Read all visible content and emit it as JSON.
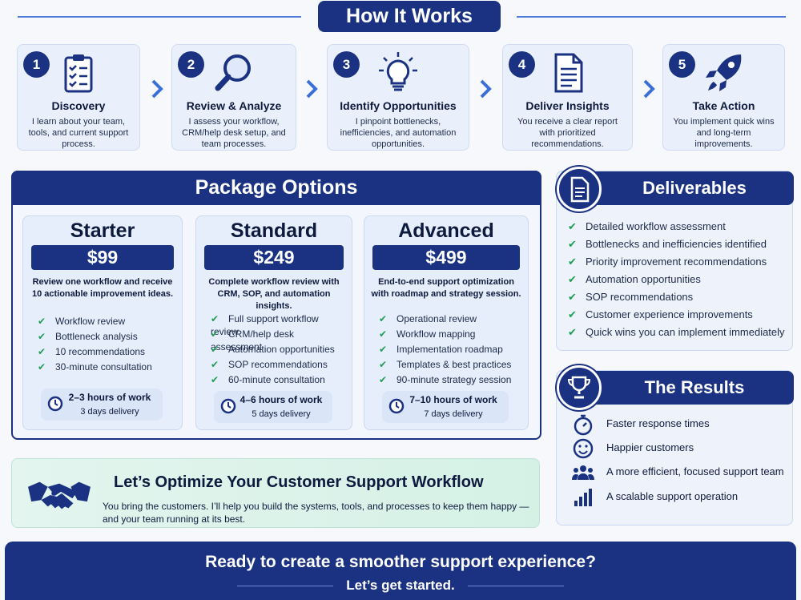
{
  "header": {
    "title": "How It Works"
  },
  "steps": [
    {
      "num": "1",
      "title": "Discovery",
      "desc": "I learn about your team, tools, and current support process.",
      "icon": "clipboard-checklist-icon"
    },
    {
      "num": "2",
      "title": "Review & Analyze",
      "desc": "I assess your workflow, CRM/help desk setup, and team processes.",
      "icon": "magnifying-glass-icon"
    },
    {
      "num": "3",
      "title": "Identify Opportunities",
      "desc": "I pinpoint bottlenecks, inefficiencies, and automation opportunities.",
      "icon": "lightbulb-icon"
    },
    {
      "num": "4",
      "title": "Deliver Insights",
      "desc": "You receive a clear report with prioritized recommendations.",
      "icon": "document-icon"
    },
    {
      "num": "5",
      "title": "Take Action",
      "desc": "You implement quick wins and long-term improvements.",
      "icon": "rocket-icon"
    }
  ],
  "packages": {
    "title": "Package Options",
    "cards": [
      {
        "name": "Starter",
        "price": "$99",
        "desc": "Review one workflow and receive 10 actionable improvement ideas.",
        "features": [
          "Workflow review",
          "Bottleneck analysis",
          "10 recommendations",
          "30-minute consultation"
        ],
        "hours": "2–3 hours of work",
        "delivery": "3 days delivery"
      },
      {
        "name": "Standard",
        "price": "$249",
        "desc": "Complete workflow review with CRM, SOP, and automation insights.",
        "features": [
          "Full support workflow review",
          "CRM/help desk assessment",
          "Automation opportunities",
          "SOP recommendations",
          "60-minute consultation"
        ],
        "hours": "4–6 hours of work",
        "delivery": "5 days delivery"
      },
      {
        "name": "Advanced",
        "price": "$499",
        "desc": "End-to-end support optimization with roadmap and strategy session.",
        "features": [
          "Operational review",
          "Workflow mapping",
          "Implementation roadmap",
          "Templates & best practices",
          "90-minute strategy session"
        ],
        "hours": "7–10 hours of work",
        "delivery": "7 days delivery"
      }
    ]
  },
  "deliverables": {
    "title": "Deliverables",
    "items": [
      "Detailed workflow assessment",
      "Bottlenecks and inefficiencies identified",
      "Priority improvement recommendations",
      "Automation opportunities",
      "SOP recommendations",
      "Customer experience improvements",
      "Quick wins you can implement immediately"
    ]
  },
  "results": {
    "title": "The Results",
    "items": [
      {
        "text": "Faster response times",
        "icon": "stopwatch-icon"
      },
      {
        "text": "Happier customers",
        "icon": "smiley-icon"
      },
      {
        "text": "A more efficient, focused support team",
        "icon": "team-icon"
      },
      {
        "text": "A scalable support operation",
        "icon": "bar-chart-icon"
      }
    ]
  },
  "cta": {
    "title": "Let’s Optimize Your Customer Support Workflow",
    "text": "You bring the customers. I’ll help you build the systems, tools, and processes to keep them happy — and your team running at its best."
  },
  "banner": {
    "question": "Ready to create a smoother support experience?",
    "go": "Let’s get started."
  },
  "colors": {
    "navy": "#1a3281",
    "check": "#1f9d55",
    "accent": "#4f7ad8"
  }
}
